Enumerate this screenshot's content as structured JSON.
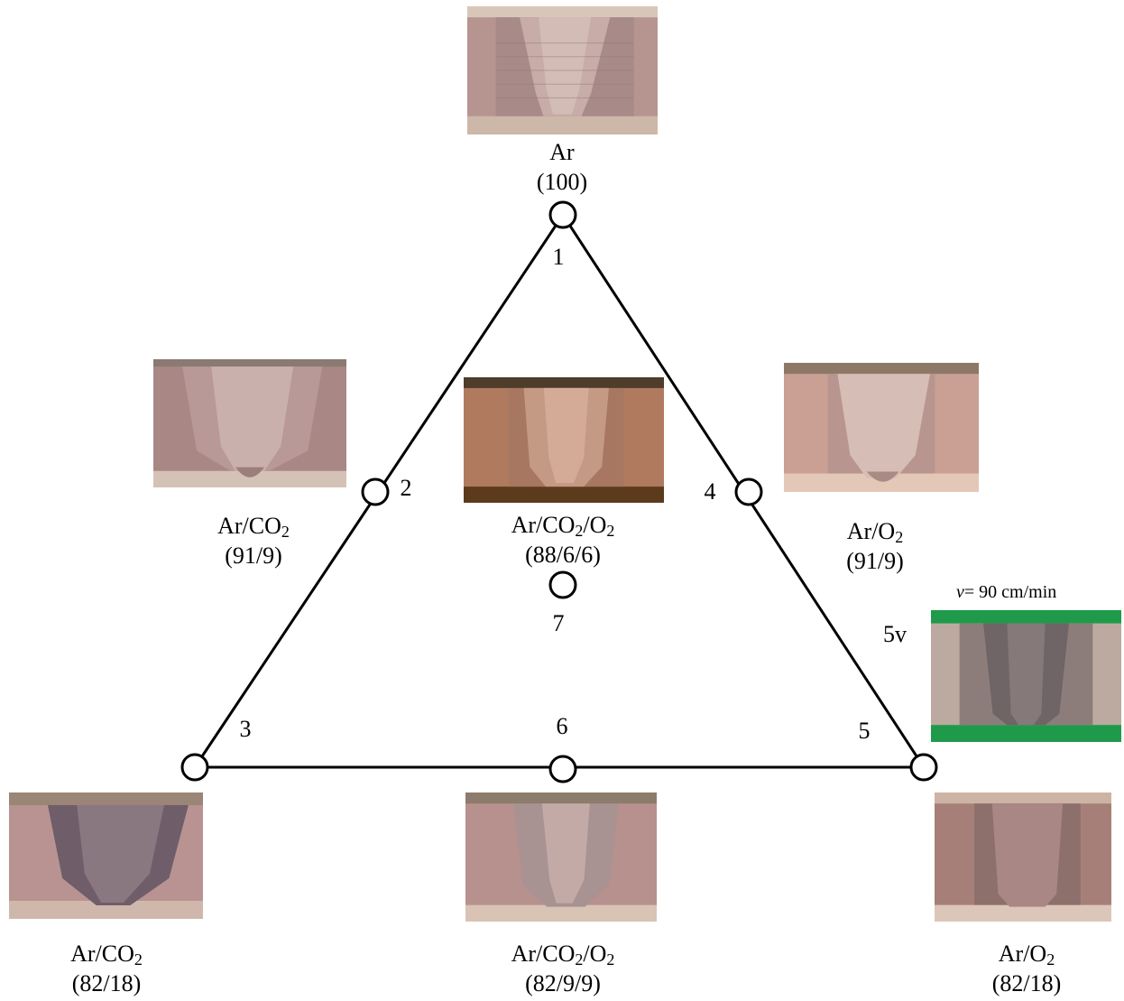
{
  "points": [
    {
      "id": "1",
      "gas": "Ar",
      "ratio": "(100)"
    },
    {
      "id": "2",
      "gas": "Ar/CO2",
      "ratio": "(91/9)"
    },
    {
      "id": "3",
      "gas": "Ar/CO2",
      "ratio": "(82/18)"
    },
    {
      "id": "4",
      "gas": "Ar/O2",
      "ratio": "(91/9)"
    },
    {
      "id": "5",
      "gas": "Ar/O2",
      "ratio": "(82/18)"
    },
    {
      "id": "6",
      "gas": "Ar/CO2/O2",
      "ratio": "(82/9/9)"
    },
    {
      "id": "7",
      "gas": "Ar/CO2/O2",
      "ratio": "(88/6/6)"
    }
  ],
  "extra_label": "5v",
  "speed_note": {
    "var": "v",
    "text": "= 90 cm/min"
  },
  "colors": {
    "line": "#000000",
    "metal_pink": "#b79089",
    "metal_warm": "#b07a5e",
    "background_green": "#1f9a4a"
  }
}
